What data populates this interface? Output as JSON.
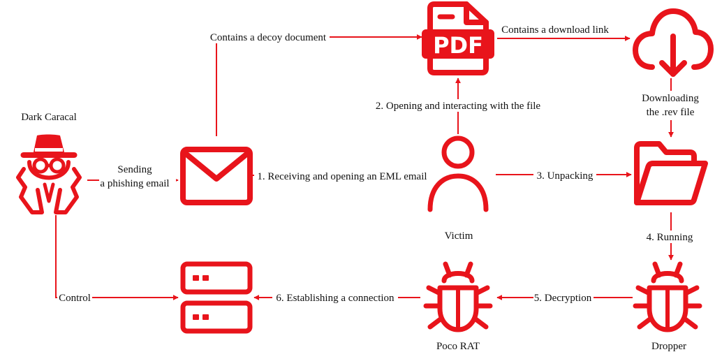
{
  "accent_color": "#e8141b",
  "nodes": {
    "actor": {
      "label": "Dark Caracal",
      "icon": "hacker-spy-icon"
    },
    "email": {
      "icon": "envelope-icon"
    },
    "pdf": {
      "icon": "pdf-document-icon"
    },
    "cloud": {
      "icon": "cloud-download-icon"
    },
    "victim": {
      "label": "Victim",
      "icon": "user-icon"
    },
    "folder": {
      "icon": "folder-open-icon"
    },
    "dropper": {
      "label": "Dropper",
      "icon": "bug-icon"
    },
    "poco": {
      "label": "Poco RAT",
      "icon": "bug-icon"
    },
    "server": {
      "icon": "server-icon"
    }
  },
  "edges": {
    "sending_line1": "Sending",
    "sending_line2": "a phishing email",
    "decoy": "Contains a decoy document",
    "download_link": "Contains a download link",
    "opening": "2. Opening and interacting with the file",
    "receiving": "1. Receiving and opening an EML email",
    "downloading_line1": "Downloading",
    "downloading_line2": "the .rev file",
    "unpacking": "3. Unpacking",
    "running": "4. Running",
    "decryption": "5. Decryption",
    "establishing": "6. Establishing a connection",
    "control": "Control"
  }
}
